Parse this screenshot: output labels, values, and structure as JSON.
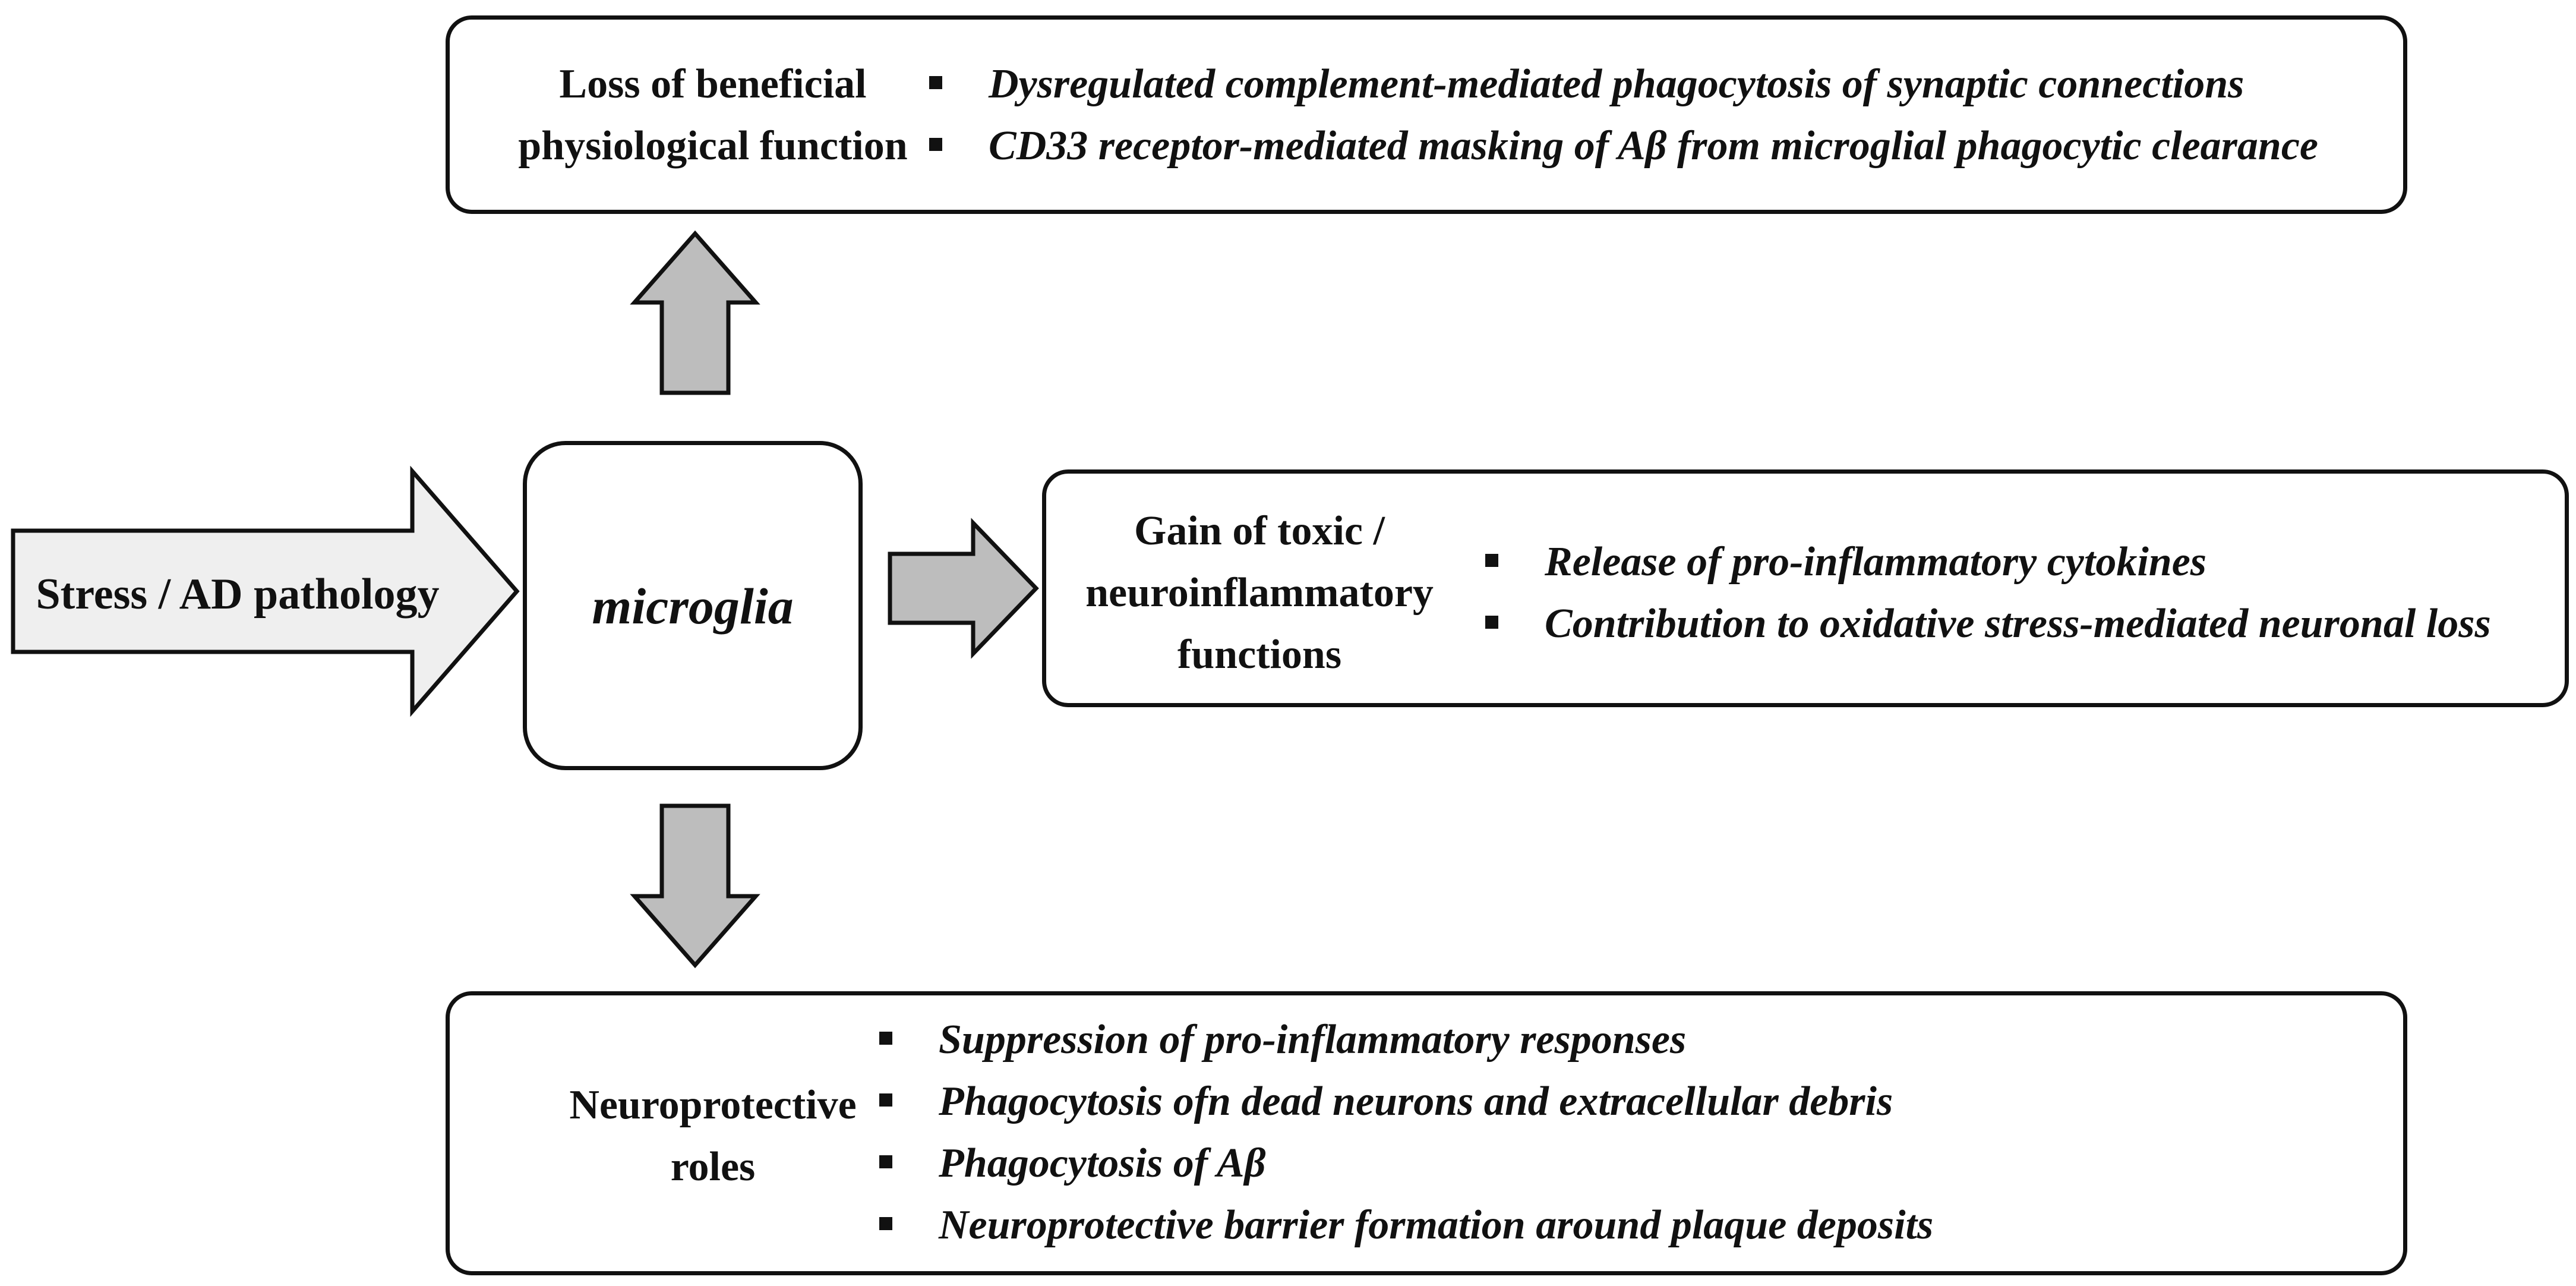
{
  "input": {
    "label": "Stress / AD pathology"
  },
  "center": {
    "label": "microglia"
  },
  "top_box": {
    "title_line1": "Loss of beneficial",
    "title_line2": "physiological function",
    "bullets": [
      "Dysregulated complement-mediated phagocytosis of synaptic connections",
      "CD33 receptor-mediated masking of Aβ from microglial phagocytic clearance"
    ]
  },
  "right_box": {
    "title_line1": "Gain of toxic /",
    "title_line2": "neuroinflammatory",
    "title_line3": "functions",
    "bullets": [
      "Release of pro-inflammatory cytokines",
      "Contribution to oxidative stress-mediated neuronal loss"
    ]
  },
  "bottom_box": {
    "title_line1": "Neuroprotective",
    "title_line2": "roles",
    "bullets": [
      "Suppression of pro-inflammatory responses",
      "Phagocytosis ofn dead neurons and extracellular debris",
      "Phagocytosis of Aβ",
      "Neuroprotective barrier formation around plaque deposits"
    ]
  },
  "colors": {
    "arrow_fill": "#bdbdbd",
    "input_arrow_fill": "#efefef",
    "stroke": "#111111"
  }
}
